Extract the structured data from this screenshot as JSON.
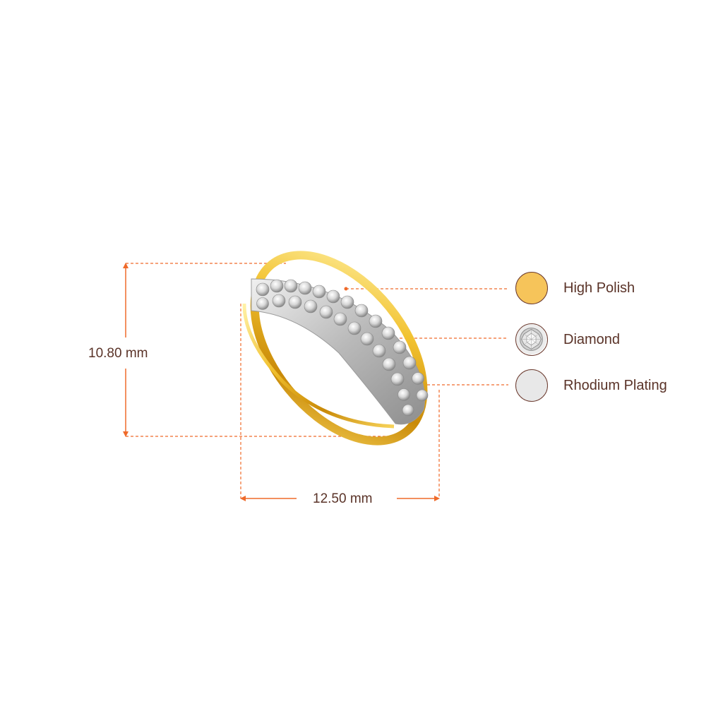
{
  "dimensions": {
    "height_label": "10.80 mm",
    "width_label": "12.50 mm"
  },
  "legend": [
    {
      "label": "High Polish",
      "icon": "gold-swatch-icon",
      "color": "#f6c45a"
    },
    {
      "label": "Diamond",
      "icon": "diamond-swatch-icon",
      "color": "#d9d9d9"
    },
    {
      "label": "Rhodium Plating",
      "icon": "rhodium-swatch-icon",
      "color": "#e8e8e8"
    }
  ],
  "colors": {
    "dimension_line": "#ef6a2a",
    "text": "#5a3328",
    "swatch_border": "#6b3a2e",
    "gold": "#e8b021"
  }
}
